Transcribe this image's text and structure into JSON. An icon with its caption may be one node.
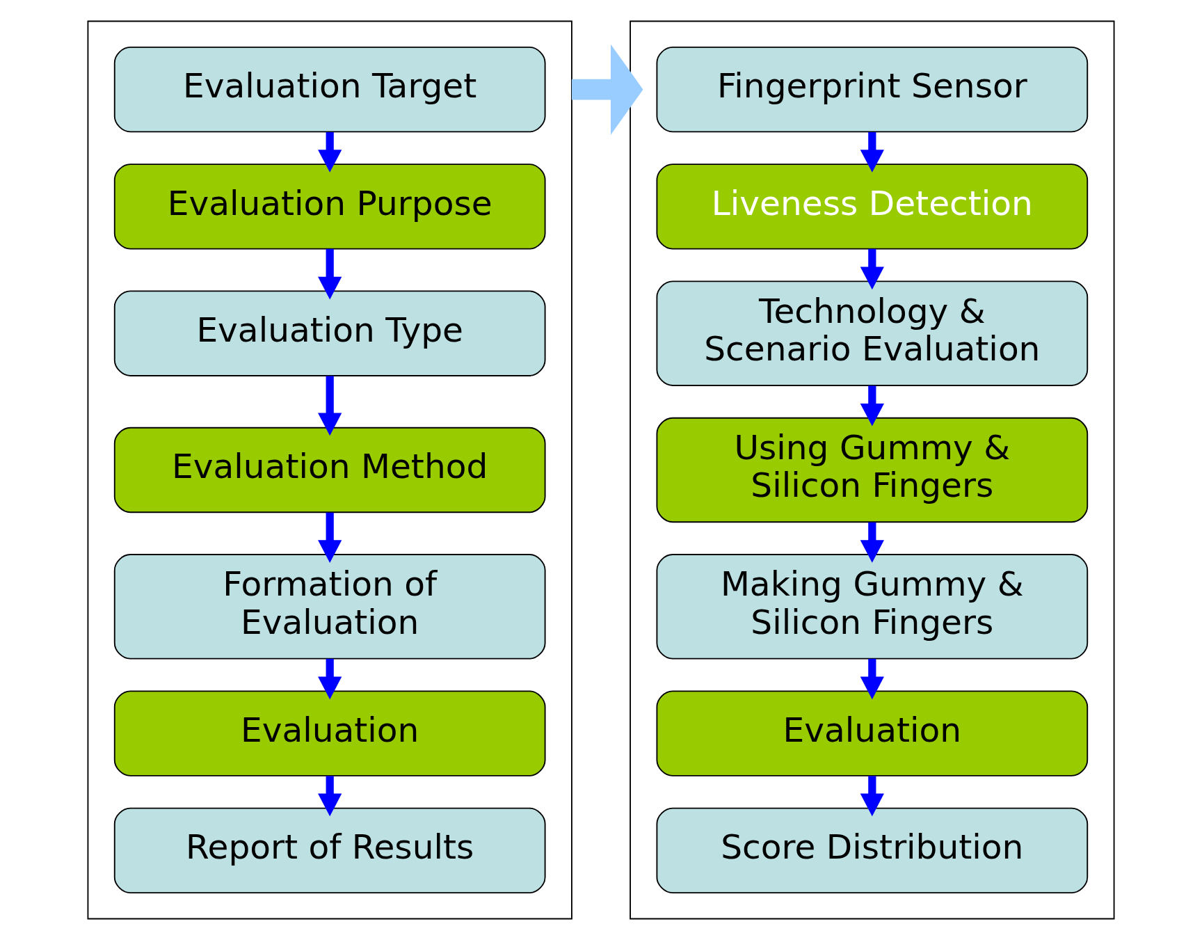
{
  "diagram": {
    "nodes": [
      {
        "text": [],
        "shape": "box"
      },
      {
        "text": [
          "Evaluation Target"
        ],
        "in": 0
      },
      {
        "text": [
          "Evaluation Purpose"
        ],
        "in": 0
      },
      {
        "text": [
          "Evaluation Type"
        ],
        "in": 0
      },
      {
        "text": [
          "Evaluation Method"
        ],
        "in": 0
      },
      {
        "text": [
          "Formation of Evaluation"
        ],
        "in": 0
      },
      {
        "text": [
          "Evaluation"
        ],
        "in": 0
      },
      {
        "text": [
          "Report of Results"
        ],
        "in": 0
      },
      {
        "text": [],
        "shape": "box"
      },
      {
        "text": [
          "Fingerprint Sensor"
        ],
        "in": 8
      },
      {
        "text": [
          "Liveness Detection"
        ],
        "in": 8
      },
      {
        "text": [
          "Technology & Scenario Evaluation"
        ],
        "in": 8
      },
      {
        "text": [
          "Using Gummy & Silicon Fingers"
        ],
        "in": 8
      },
      {
        "text": [
          "Making Gummy & Silicon Fingers"
        ],
        "in": 8
      },
      {
        "text": [
          "Evaluation"
        ],
        "in": 8
      },
      {
        "text": [
          "Score Distribution"
        ],
        "in": 8
      }
    ],
    "edges": [
      {
        "from": 1,
        "to": 2,
        "arrow": "to"
      },
      {
        "from": 2,
        "to": 3,
        "arrow": "to"
      },
      {
        "from": 3,
        "to": 4,
        "arrow": "to"
      },
      {
        "from": 4,
        "to": 5,
        "arrow": "to"
      },
      {
        "from": 5,
        "to": 6,
        "arrow": "to"
      },
      {
        "from": 6,
        "to": 7,
        "arrow": "to"
      },
      {
        "from": 9,
        "to": 10,
        "arrow": "to"
      },
      {
        "from": 10,
        "to": 11,
        "arrow": "to"
      },
      {
        "from": 11,
        "to": 12,
        "arrow": "to"
      },
      {
        "from": 12,
        "to": 13,
        "arrow": "to"
      },
      {
        "from": 13,
        "to": 14,
        "arrow": "to"
      },
      {
        "from": 14,
        "to": 15,
        "arrow": "to"
      },
      {
        "from": 0,
        "to": 8,
        "arrow": "to",
        "style": "thick",
        "color": "#99ccff"
      }
    ]
  }
}
